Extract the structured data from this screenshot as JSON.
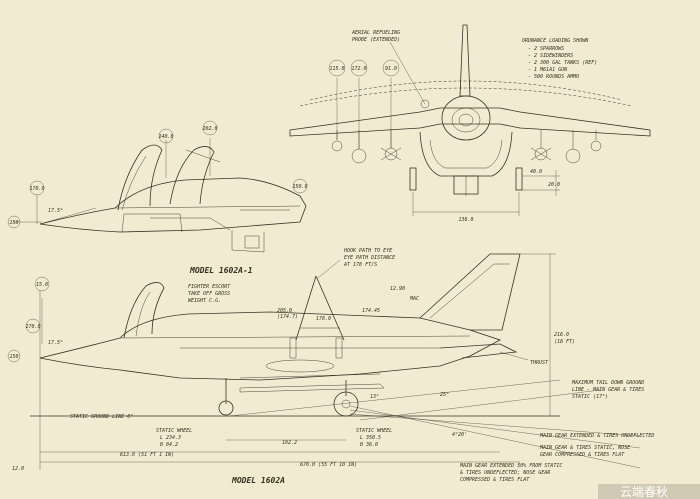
{
  "top_view": {
    "refuel_note": [
      "AERIAL REFUELING",
      "PROBE (EXTENDED)"
    ],
    "ordnance_title": "ORDNANCE LOADING SHOWN",
    "ordnance_items": [
      "- 2 SPARROWS",
      "- 2 SIDEWINDERS",
      "- 2 300 GAL TANKS (REF)",
      "- 1 M61A1 GUN",
      "- 500 ROUNDS AMMO"
    ],
    "station_1": "115.0",
    "station_2": "172.0",
    "station_3": "91.0",
    "dim_136": "136.0",
    "dim_40": "40.0",
    "dim_200": "20.0"
  },
  "upper_side": {
    "bubble_1": "140.0",
    "bubble_2": "202.0",
    "bubble_3": "170.0",
    "bubble_4": "150.0",
    "angle": "17.5°",
    "nose_dim": "150",
    "caption": "MODEL 1602A-1"
  },
  "lower_side": {
    "hook_note": [
      "HOOK PATH TO EYE",
      "EYE PATH DISTANCE",
      "AT 178 FT/S"
    ],
    "escort_note": [
      "FIGHTER ESCORT",
      "TAKE OFF GROSS",
      "WEIGHT C.G."
    ],
    "bubble_1": "15.0",
    "bubble_2": "170.0",
    "bubble_3": "150",
    "angle_left": "17.5°",
    "dim_2050": "205.0",
    "dim_1747": "(174.7)",
    "dim_17445": "174.45",
    "dim_1290": "12.90",
    "dim_mac": "MAC",
    "dim_1780": "178.0",
    "height": "216.0",
    "height_sub": "(18 FT)",
    "thrust": "THRUST",
    "static_ground": "STATIC GROUND LINE 0°",
    "static_wheel_left": [
      "STATIC WHEEL",
      "L 234.3",
      "B 84.2"
    ],
    "static_wheel_right": [
      "STATIC WHEEL",
      "L 350.5",
      "B 36.0"
    ],
    "dim_1822": "182.2",
    "dim_6130": "613.0 (51 FT 1 IN)",
    "dim_6700": "670.0 (55 FT 10 IN)",
    "dim_120": "12.0",
    "angle_13": "13°",
    "angle_25": "25°",
    "angle_40": "4°20'",
    "caption": "MODEL 1602A",
    "notes": [
      "MAXIMUM TAIL DOWN GROUND",
      "LINE - MAIN GEAR & TIRES",
      "STATIC (17°)",
      "MAIN GEAR EXTENDED & TIRES UNDEFLECTED",
      "MAIN GEAR & TIRES STATIC, NOSE",
      "GEAR COMPRESSED & TIRES FLAT",
      "MAIN GEAR EXTENDED 50% FROM STATIC",
      "& TIRES UNDEFLECTED; NOSE GEAR",
      "COMPRESSED & TIRES FLAT"
    ]
  },
  "watermark": "云端春秋"
}
